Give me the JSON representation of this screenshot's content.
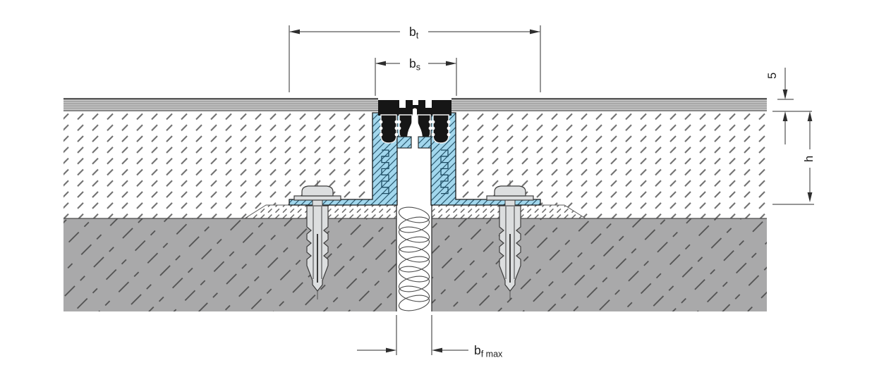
{
  "diagram": {
    "dimension_labels": {
      "bt": {
        "base": "b",
        "sub": "t"
      },
      "bs": {
        "base": "b",
        "sub": "s"
      },
      "bf": {
        "base": "b",
        "sub": "f max"
      },
      "covering_thickness": "5",
      "profile_height": "h"
    },
    "colors": {
      "background": "#ffffff",
      "outline": "#2e2e2e",
      "insert_black": "#161616",
      "profile_blue": "#a2d7ed",
      "blue_hatch": "#1d4c63",
      "covering_gray": "#c6c6c6",
      "covering_stripe": "#8a8a8a",
      "screed_hatch": "#707070",
      "mortar_hatch": "#676767",
      "concrete_gray": "#a9a9aa",
      "concrete_hatch": "#4f4f4f",
      "steel_gray": "#dcdedf",
      "filler_line": "#4a4a4a"
    }
  }
}
